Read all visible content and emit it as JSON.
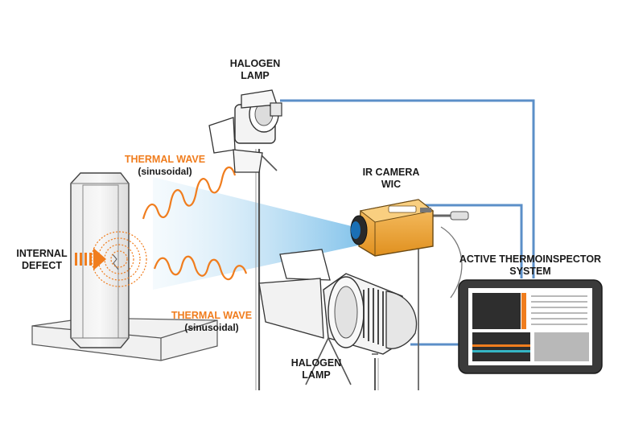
{
  "labels": {
    "halogen_top": [
      "HALOGEN",
      "LAMP"
    ],
    "halogen_bottom": [
      "HALOGEN",
      "LAMP"
    ],
    "ir_camera": [
      "IR CAMERA",
      "WIC"
    ],
    "internal_defect": [
      "INTERNAL",
      "DEFECT"
    ],
    "thermal_wave_top": "THERMAL WAVE",
    "thermal_wave_top_sub": "(sinusoidal)",
    "thermal_wave_bottom": "THERMAL WAVE",
    "thermal_wave_bottom_sub": "(sinusoidal)",
    "system": [
      "ACTIVE THERMOINSPECTOR",
      "SYSTEM"
    ]
  },
  "colors": {
    "accent_orange": "#f07d1e",
    "cable_blue": "#5b8fc8",
    "beam_blue": "#a9d4ef",
    "camera_body": "#f2a93b",
    "tablet_frame": "#2b2b2b"
  }
}
